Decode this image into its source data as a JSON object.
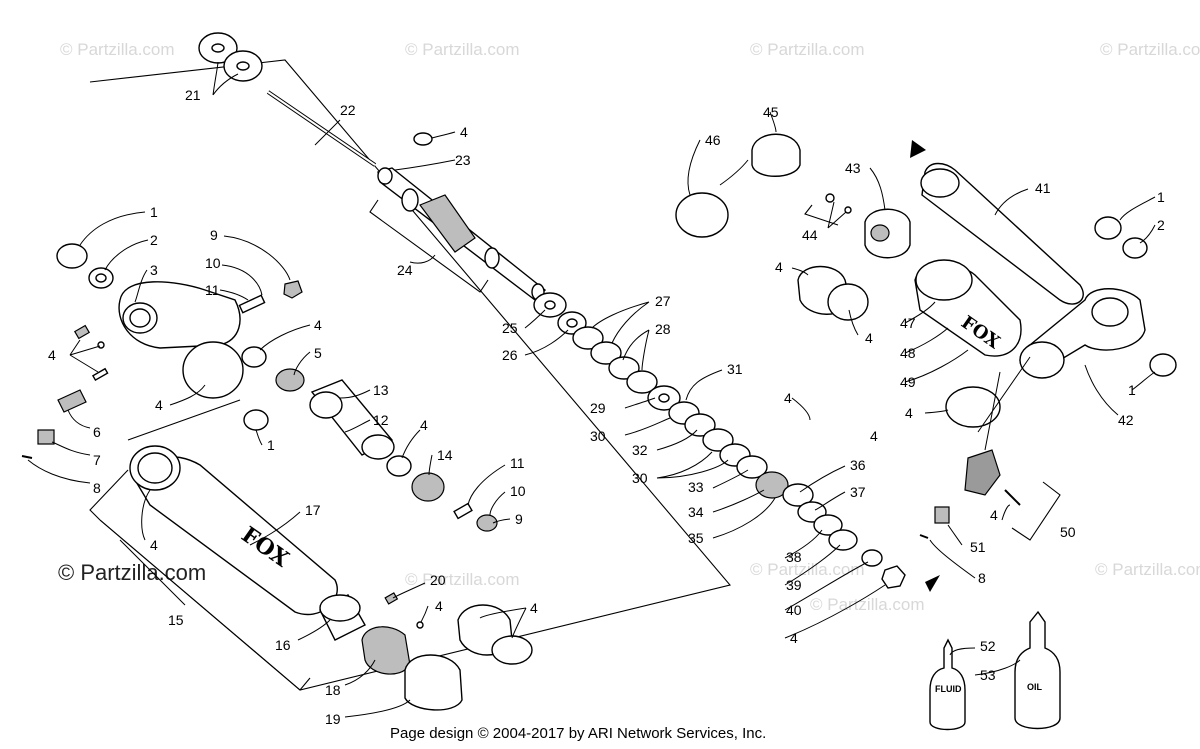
{
  "watermarks": [
    "© Partzilla.com",
    "© Partzilla.com",
    "© Partzilla.com",
    "© Partzilla.com",
    "© Partzilla.com",
    "© Partzilla.com",
    "© Partzilla.com",
    "© Partzilla.com"
  ],
  "brand_watermark": "© Partzilla.com",
  "footer": "Page design © 2004-2017 by ARI Network Services, Inc.",
  "fox_logo": "FOX",
  "bottles": {
    "fluid": "FLUID",
    "oil": "OIL"
  },
  "callouts": [
    "1",
    "2",
    "3",
    "4",
    "5",
    "6",
    "7",
    "8",
    "9",
    "10",
    "11",
    "12",
    "13",
    "14",
    "15",
    "16",
    "17",
    "18",
    "19",
    "20",
    "21",
    "22",
    "23",
    "24",
    "25",
    "26",
    "27",
    "28",
    "29",
    "30",
    "31",
    "32",
    "33",
    "34",
    "35",
    "36",
    "37",
    "38",
    "39",
    "40",
    "41",
    "42",
    "43",
    "44",
    "45",
    "46",
    "47",
    "48",
    "49",
    "50",
    "51",
    "52",
    "53"
  ],
  "colors": {
    "line": "#000000",
    "watermark": "#d8d8d8",
    "shading": "#bdbdbd"
  }
}
